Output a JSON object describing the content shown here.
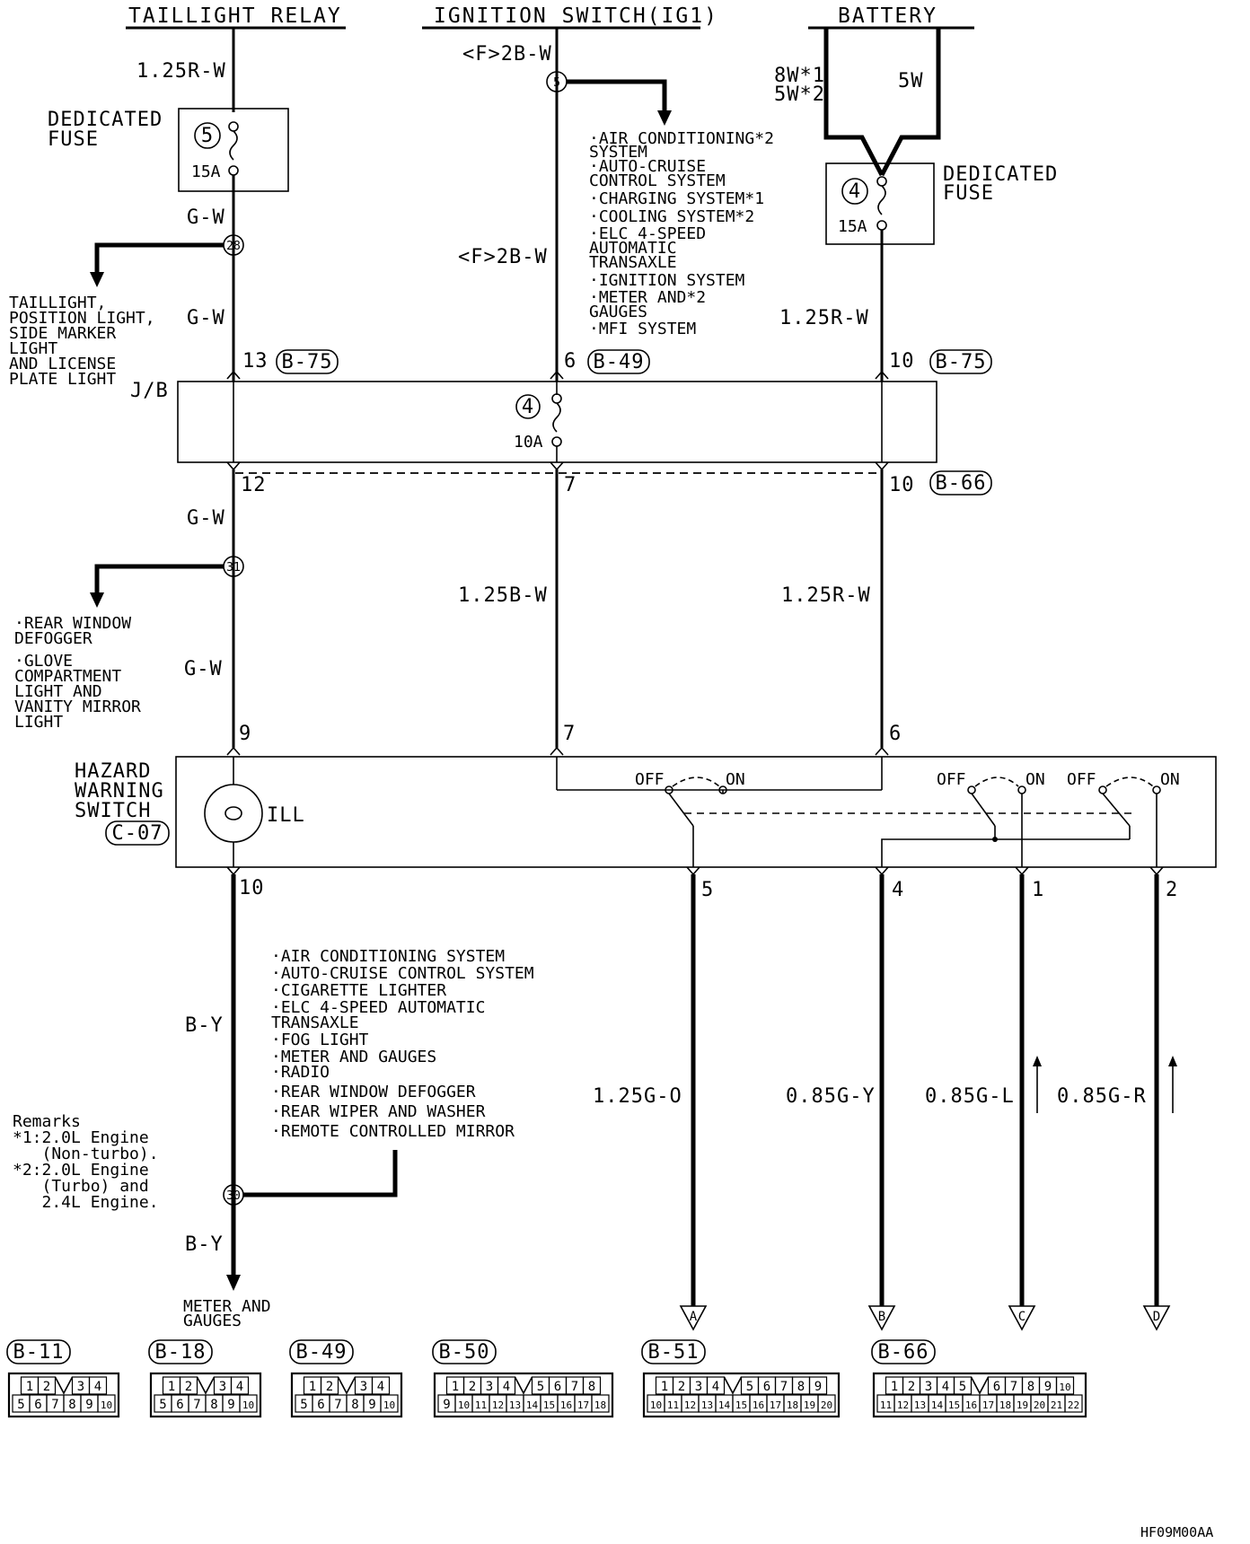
{
  "headers": {
    "taillight_relay": "TAILLIGHT RELAY",
    "ignition_switch": "IGNITION SWITCH(IG1)",
    "battery": "BATTERY"
  },
  "wires": {
    "w_125rw_top": "1.25R-W",
    "w_gw_1": "G-W",
    "w_gw_2": "G-W",
    "w_gw_3": "G-W",
    "w_gw_4": "G-W",
    "w_f2bw_1": "<F>2B-W",
    "w_f2bw_2": "<F>2B-W",
    "w_8w": "8W*1",
    "w_5w2": "5W*2",
    "w_5w": "5W",
    "w_125rw_right": "1.25R-W",
    "w_125bw": "1.25B-W",
    "w_125rw_mid": "1.25R-W",
    "w_by_1": "B-Y",
    "w_by_2": "B-Y",
    "w_125go": "1.25G-O",
    "w_085gy": "0.85G-Y",
    "w_085gl": "0.85G-L",
    "w_085gr": "0.85G-R"
  },
  "fuses": {
    "left_title_1": "DEDICATED",
    "left_title_2": "FUSE",
    "left_num": "5",
    "left_amp": "15A",
    "right_title_1": "DEDICATED",
    "right_title_2": "FUSE",
    "right_num": "4",
    "right_amp": "15A",
    "jb_num": "4",
    "jb_amp": "10A"
  },
  "splices": {
    "s5": "5",
    "s28": "28",
    "s31": "31",
    "s30": "30"
  },
  "pins": {
    "p13": "13",
    "p6_top": "6",
    "p10_top": "10",
    "p12": "12",
    "p7": "7",
    "p10_mid": "10",
    "p9": "9",
    "p7_sw": "7",
    "p6_sw": "6",
    "p10_bot": "10",
    "p5": "5",
    "p4": "4",
    "p1": "1",
    "p2": "2"
  },
  "connectors": {
    "b75_left": "B-75",
    "b49": "B-49",
    "b75_right": "B-75",
    "b66": "B-66",
    "c07": "C-07"
  },
  "jb_label": "J/B",
  "ig_list": [
    "·AIR CONDITIONING*2",
    " SYSTEM",
    "·AUTO-CRUISE",
    " CONTROL SYSTEM",
    "·CHARGING SYSTEM*1",
    "·COOLING SYSTEM*2",
    "·ELC 4-SPEED",
    " AUTOMATIC",
    " TRANSAXLE",
    "·IGNITION SYSTEM",
    "·METER AND*2",
    " GAUGES",
    "·MFI SYSTEM"
  ],
  "tail_list": [
    "TAILLIGHT,",
    "POSITION LIGHT,",
    "SIDE MARKER",
    "LIGHT",
    "AND LICENSE",
    "PLATE LIGHT"
  ],
  "rear_list": [
    "·REAR WINDOW",
    " DEFOGGER",
    "·GLOVE",
    " COMPARTMENT",
    " LIGHT AND",
    " VANITY MIRROR",
    " LIGHT"
  ],
  "hazard": {
    "l1": "HAZARD",
    "l2": "WARNING",
    "l3": "SWITCH",
    "ill": "ILL",
    "off1": "OFF",
    "on1": "ON",
    "off2": "OFF",
    "on2": "ON",
    "off3": "OFF",
    "on3": "ON"
  },
  "bottom_list": [
    "·AIR CONDITIONING SYSTEM",
    "·AUTO-CRUISE CONTROL SYSTEM",
    "·CIGARETTE LIGHTER",
    "·ELC 4-SPEED AUTOMATIC",
    " TRANSAXLE",
    "·FOG LIGHT",
    "·METER AND GAUGES",
    "·RADIO",
    "·REAR WINDOW DEFOGGER",
    "·REAR WIPER AND WASHER",
    "·REMOTE CONTROLLED MIRROR"
  ],
  "remarks": [
    "Remarks",
    "*1:2.0L Engine",
    "   (Non-turbo).",
    "*2:2.0L Engine",
    "   (Turbo) and",
    "   2.4L Engine."
  ],
  "meter_1": "METER AND",
  "meter_2": "GAUGES",
  "ends": {
    "a": "A",
    "b": "B",
    "c": "C",
    "d": "D"
  },
  "legend": [
    {
      "name": "B-11",
      "row1": [
        "1",
        "2",
        "",
        "3",
        "4"
      ],
      "row2": [
        "5",
        "6",
        "7",
        "8",
        "9",
        "10"
      ]
    },
    {
      "name": "B-18",
      "row1": [
        "1",
        "2",
        "",
        "3",
        "4"
      ],
      "row2": [
        "5",
        "6",
        "7",
        "8",
        "9",
        "10"
      ]
    },
    {
      "name": "B-49",
      "row1": [
        "1",
        "2",
        "",
        "3",
        "4"
      ],
      "row2": [
        "5",
        "6",
        "7",
        "8",
        "9",
        "10"
      ]
    },
    {
      "name": "B-50",
      "row1": [
        "1",
        "2",
        "3",
        "4",
        "",
        "5",
        "6",
        "7",
        "8"
      ],
      "row2": [
        "9",
        "10",
        "11",
        "12",
        "13",
        "14",
        "15",
        "16",
        "17",
        "18"
      ]
    },
    {
      "name": "B-51",
      "row1": [
        "1",
        "2",
        "3",
        "4",
        "",
        "5",
        "6",
        "7",
        "8",
        "9"
      ],
      "row2": [
        "10",
        "11",
        "12",
        "13",
        "14",
        "15",
        "16",
        "17",
        "18",
        "19",
        "20"
      ]
    },
    {
      "name": "B-66",
      "row1": [
        "1",
        "2",
        "3",
        "4",
        "5",
        "",
        "6",
        "7",
        "8",
        "9",
        "10"
      ],
      "row2": [
        "11",
        "12",
        "13",
        "14",
        "15",
        "16",
        "17",
        "18",
        "19",
        "20",
        "21",
        "22"
      ]
    }
  ],
  "figure_code": "HF09M00AA"
}
